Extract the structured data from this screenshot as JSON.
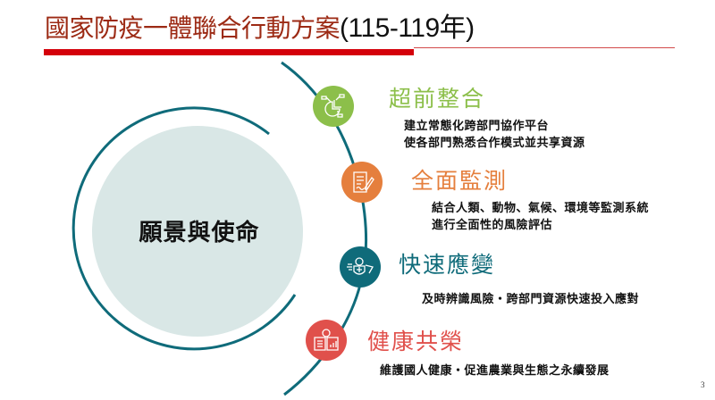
{
  "slide": {
    "title_main": "國家防疫一體聯合行動方案",
    "title_suffix": "(115-119年)",
    "center_label": "願景與使命",
    "page_number": "3",
    "colors": {
      "title_text": "#9c2a14",
      "underline": "#d4000a",
      "arc": "#0f6b7a",
      "center_fill": "#d9e7e6"
    }
  },
  "pillars": [
    {
      "icon": "chart-pie-flow-icon",
      "color": "#8cbf4a",
      "heading": "超前整合",
      "lines": [
        "建立常態化跨部門協作平台",
        "使各部門熟悉合作模式並共享資源"
      ]
    },
    {
      "icon": "document-edit-icon",
      "color": "#e57f3d",
      "heading": "全面監測",
      "lines": [
        "結合人類、動物、氣候、環境等監測系統",
        "進行全面性的風險評估"
      ]
    },
    {
      "icon": "rapid-shield-response-icon",
      "color": "#0f6b7a",
      "heading": "快速應變",
      "lines": [
        "及時辨識風險・跨部門資源快速投入應對"
      ]
    },
    {
      "icon": "finance-book-icon",
      "color": "#e0504b",
      "heading": "健康共榮",
      "lines": [
        "維護國人健康・促進農業與生態之永續發展"
      ]
    }
  ]
}
